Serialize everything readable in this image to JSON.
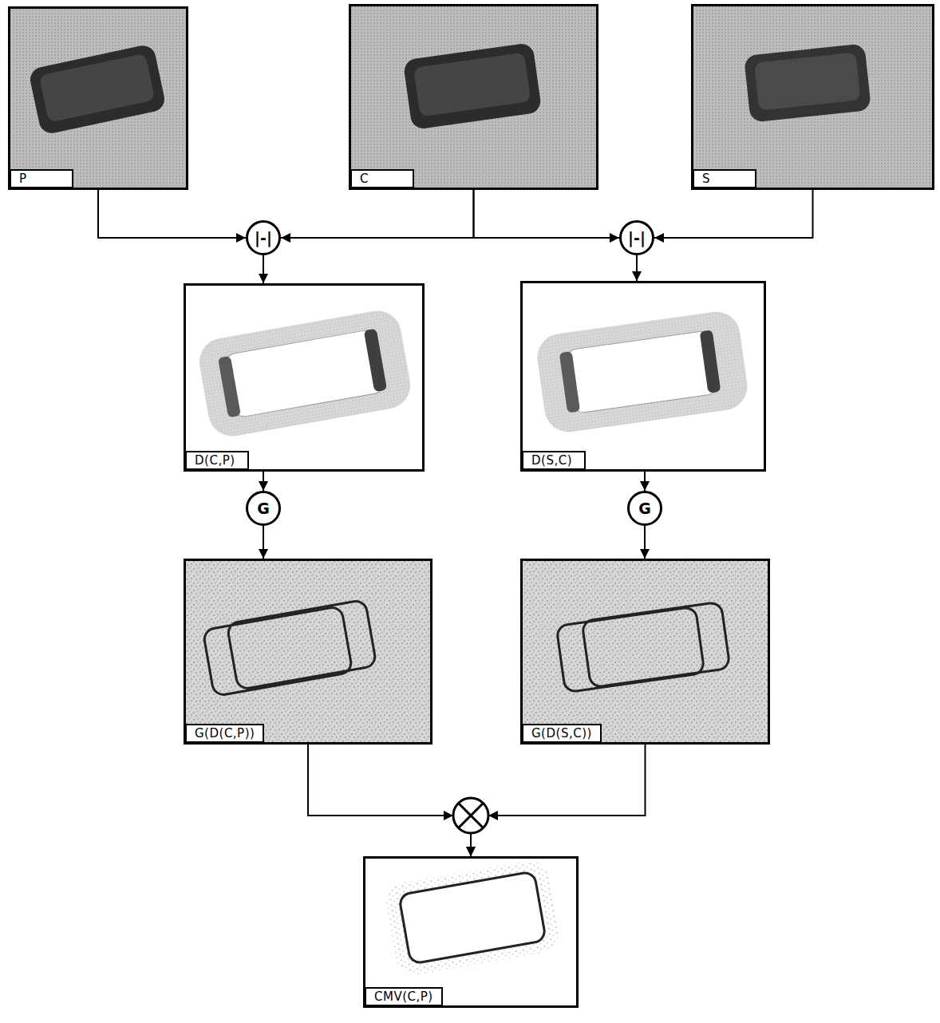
{
  "diagram": {
    "nodes": [
      {
        "text": [
          "P"
        ]
      },
      {
        "text": [
          "C"
        ]
      },
      {
        "text": [
          "S"
        ]
      },
      {
        "text": [
          "|-|"
        ]
      },
      {
        "text": [
          "|-|"
        ]
      },
      {
        "text": [
          "D(C,P)"
        ]
      },
      {
        "text": [
          "D(S,C)"
        ]
      },
      {
        "text": [
          "G"
        ]
      },
      {
        "text": [
          "G"
        ]
      },
      {
        "text": [
          "G(D(C,P))"
        ]
      },
      {
        "text": [
          "G(D(S,C))"
        ]
      },
      {
        "text": [
          "CMV(C,P)"
        ]
      }
    ],
    "edges": [
      {
        "from": 0,
        "to": 3,
        "arrow": "to"
      },
      {
        "from": 1,
        "to": 3,
        "arrow": "to"
      },
      {
        "from": 1,
        "to": 4,
        "arrow": "to"
      },
      {
        "from": 2,
        "to": 4,
        "arrow": "to"
      },
      {
        "from": 3,
        "to": 5,
        "arrow": "to"
      },
      {
        "from": 4,
        "to": 6,
        "arrow": "to"
      },
      {
        "from": 5,
        "to": 7,
        "arrow": "to"
      },
      {
        "from": 6,
        "to": 8,
        "arrow": "to"
      },
      {
        "from": 7,
        "to": 9,
        "arrow": "to"
      },
      {
        "from": 8,
        "to": 10,
        "arrow": "to"
      },
      {
        "from": 9,
        "to": 11,
        "arrow": "to"
      },
      {
        "from": 10,
        "to": 11,
        "arrow": "to"
      }
    ]
  }
}
